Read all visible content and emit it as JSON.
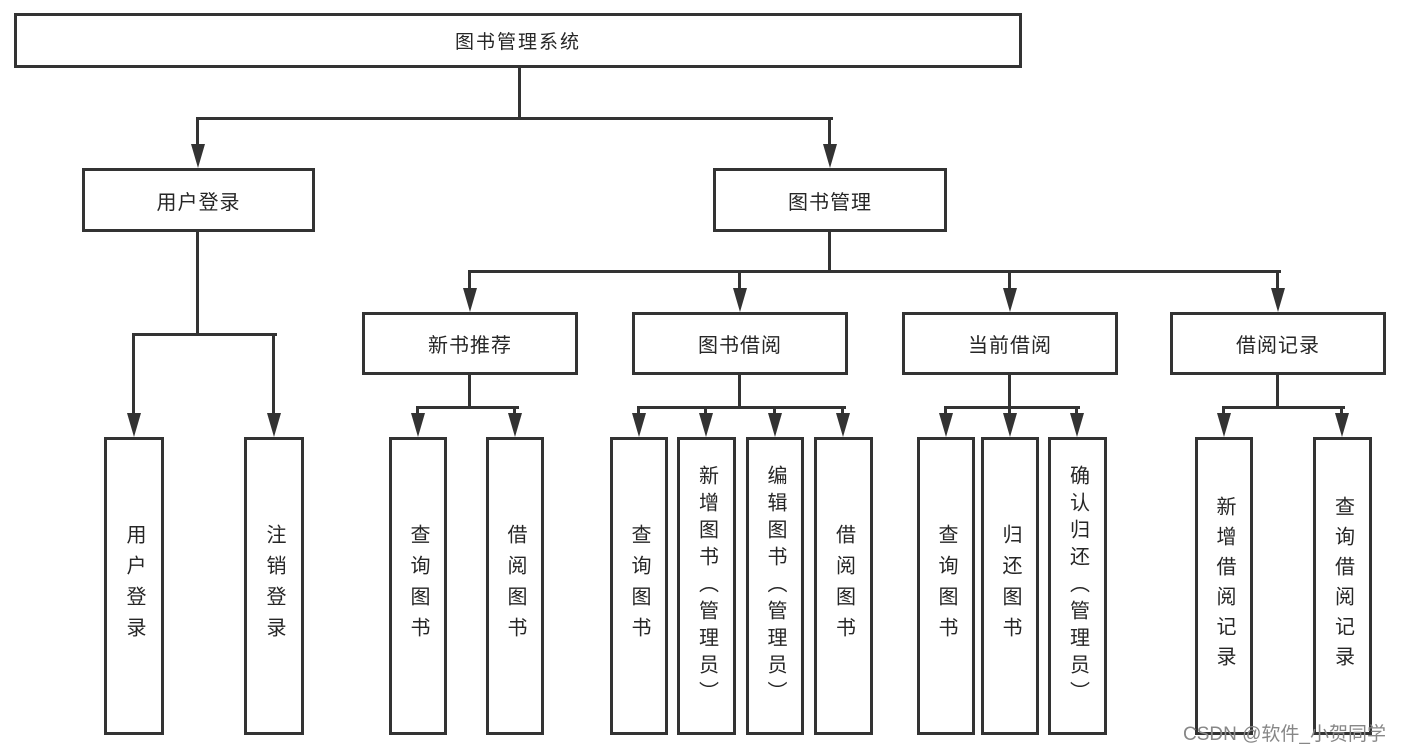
{
  "diagram": {
    "root": {
      "label": "图书管理系统"
    },
    "level2": [
      {
        "id": "user-login",
        "label": "用户登录"
      },
      {
        "id": "book-management",
        "label": "图书管理"
      }
    ],
    "level3": [
      {
        "id": "new-book-recommend",
        "parent": "book-management",
        "label": "新书推荐"
      },
      {
        "id": "book-borrow",
        "parent": "book-management",
        "label": "图书借阅"
      },
      {
        "id": "current-borrow",
        "parent": "book-management",
        "label": "当前借阅"
      },
      {
        "id": "borrow-records",
        "parent": "book-management",
        "label": "借阅记录"
      }
    ],
    "leaves": [
      {
        "id": "leaf-user-login",
        "parent": "user-login",
        "label": "用户登录"
      },
      {
        "id": "leaf-logout",
        "parent": "user-login",
        "label": "注销登录"
      },
      {
        "id": "leaf-query-books-recommend",
        "parent": "new-book-recommend",
        "label": "查询图书"
      },
      {
        "id": "leaf-borrow-books-recommend",
        "parent": "new-book-recommend",
        "label": "借阅图书"
      },
      {
        "id": "leaf-query-books-borrow",
        "parent": "book-borrow",
        "label": "查询图书"
      },
      {
        "id": "leaf-add-book-admin",
        "parent": "book-borrow",
        "label": "新增图书（管理员）"
      },
      {
        "id": "leaf-edit-book-admin",
        "parent": "book-borrow",
        "label": "编辑图书（管理员）"
      },
      {
        "id": "leaf-borrow-books",
        "parent": "book-borrow",
        "label": "借阅图书"
      },
      {
        "id": "leaf-query-books-current",
        "parent": "current-borrow",
        "label": "查询图书"
      },
      {
        "id": "leaf-return-books",
        "parent": "current-borrow",
        "label": "归还图书"
      },
      {
        "id": "leaf-confirm-return-admin",
        "parent": "current-borrow",
        "label": "确认归还（管理员）"
      },
      {
        "id": "leaf-add-borrow-record",
        "parent": "borrow-records",
        "label": "新增借阅记录"
      },
      {
        "id": "leaf-query-borrow-record",
        "parent": "borrow-records",
        "label": "查询借阅记录"
      }
    ]
  },
  "watermark": {
    "text": "CSDN @软件_小贺同学"
  },
  "colors": {
    "line": "#333333",
    "text": "#262626",
    "box_bg": "#ffffff",
    "watermark_color": "#878787"
  }
}
